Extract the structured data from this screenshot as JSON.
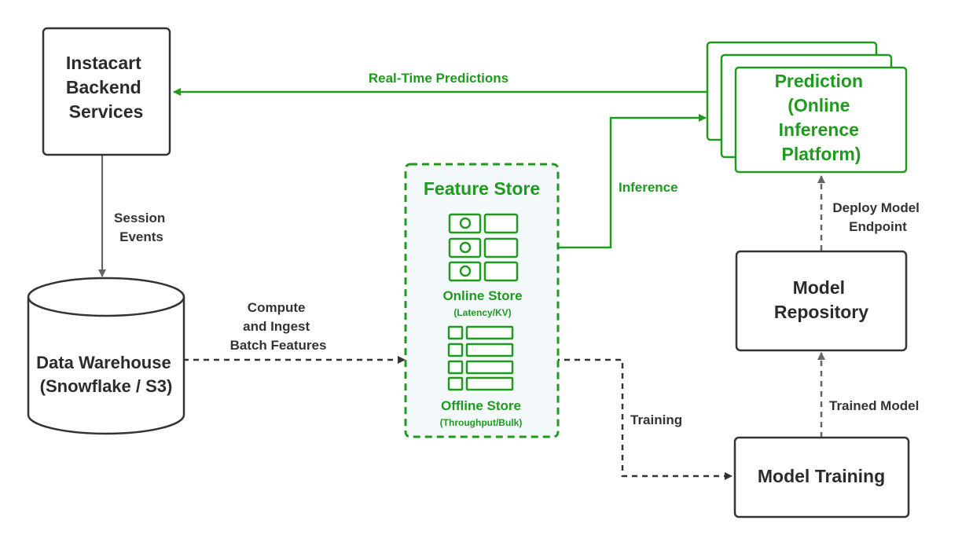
{
  "colors": {
    "dark": "#333333",
    "green": "#1f9a1f",
    "store_bg": "#f3f8fb"
  },
  "nodes": {
    "backend": {
      "lines": [
        "Instacart",
        "Backend",
        "Services"
      ]
    },
    "warehouse": {
      "lines": [
        "Data Warehouse",
        "(Snowflake / S3)"
      ]
    },
    "feature_store": {
      "title": "Feature Store",
      "online": {
        "name": "Online Store",
        "note": "(Latency/KV)"
      },
      "offline": {
        "name": "Offline Store",
        "note": "(Throughput/Bulk)"
      }
    },
    "prediction": {
      "lines": [
        "Prediction",
        "(Online",
        "Inference",
        "Platform)"
      ]
    },
    "repository": {
      "lines": [
        "Model",
        "Repository"
      ]
    },
    "training": {
      "lines": [
        "Model Training"
      ]
    }
  },
  "edges": {
    "realtime": {
      "label": [
        "Real-Time Predictions"
      ]
    },
    "session": {
      "label": [
        "Session",
        "Events"
      ]
    },
    "ingest": {
      "label": [
        "Compute",
        "and Ingest",
        "Batch Features"
      ]
    },
    "inference": {
      "label": [
        "Inference"
      ]
    },
    "training": {
      "label": [
        "Training"
      ]
    },
    "deploy": {
      "label": [
        "Deploy Model",
        "Endpoint"
      ]
    },
    "trained": {
      "label": [
        "Trained Model"
      ]
    }
  }
}
